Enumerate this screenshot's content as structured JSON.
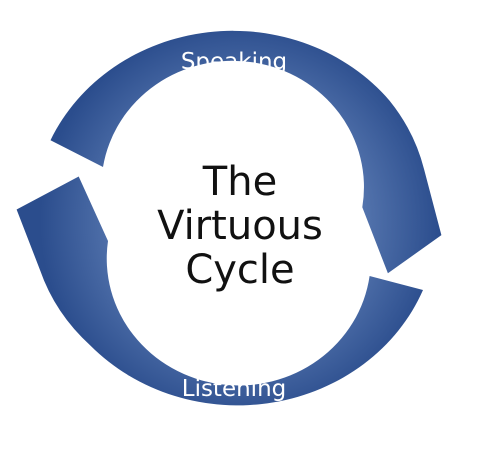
{
  "diagram": {
    "title_lines": [
      "The",
      "Virtuous",
      "Cycle"
    ],
    "top_label": "Speaking",
    "bottom_label": "Listening"
  },
  "colors": {
    "arrow_light": "#5a7ab2",
    "arrow_dark": "#2b4d8d",
    "label_text": "#ffffff",
    "title_text": "#111111",
    "background": "#ffffff"
  }
}
